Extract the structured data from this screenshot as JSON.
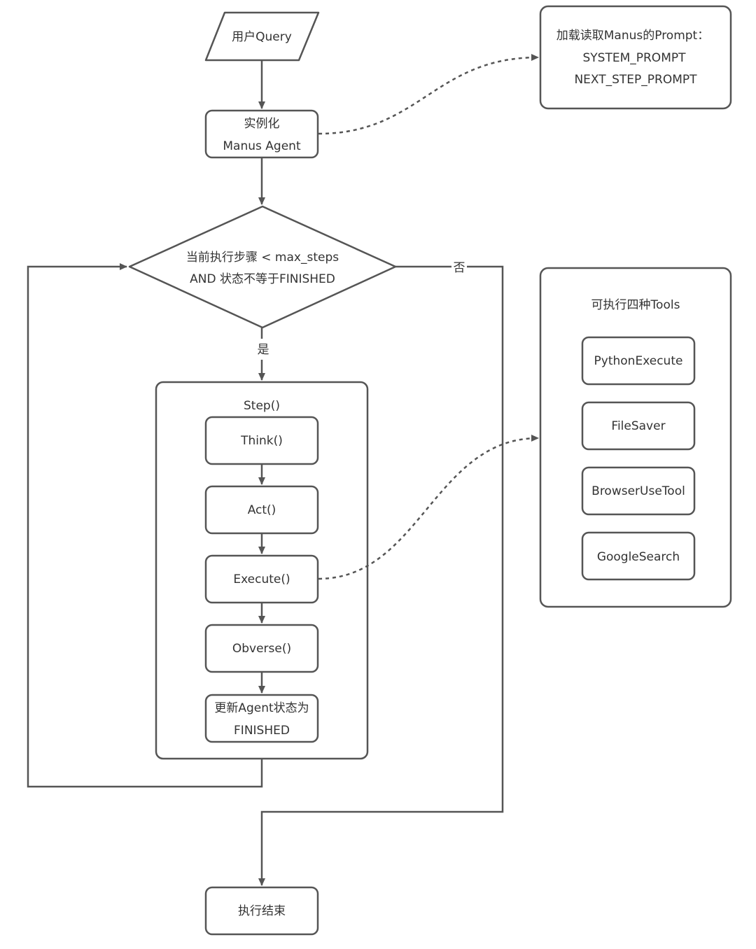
{
  "flowchart": {
    "user_query": "用户Query",
    "instantiate": {
      "line1": "实例化",
      "line2": "Manus Agent"
    },
    "decision": {
      "line1": "当前执行步骤 < max_steps",
      "line2": "AND 状态不等于FINISHED"
    },
    "label_yes": "是",
    "label_no": "否",
    "step_container": {
      "title": "Step()",
      "think": "Think()",
      "act": "Act()",
      "execute": "Execute()",
      "observe": "Obverse()",
      "update_line1": "更新Agent状态为",
      "update_line2": "FINISHED"
    },
    "end": "执行结束"
  },
  "prompt_box": {
    "line1": "加载读取Manus的Prompt：",
    "line2": "SYSTEM_PROMPT",
    "line3": "NEXT_STEP_PROMPT"
  },
  "tools_box": {
    "title": "可执行四种Tools",
    "tools": [
      "PythonExecute",
      "FileSaver",
      "BrowserUseTool",
      "GoogleSearch"
    ]
  },
  "colors": {
    "stroke": "#555555",
    "text": "#333333",
    "background": "#ffffff"
  }
}
